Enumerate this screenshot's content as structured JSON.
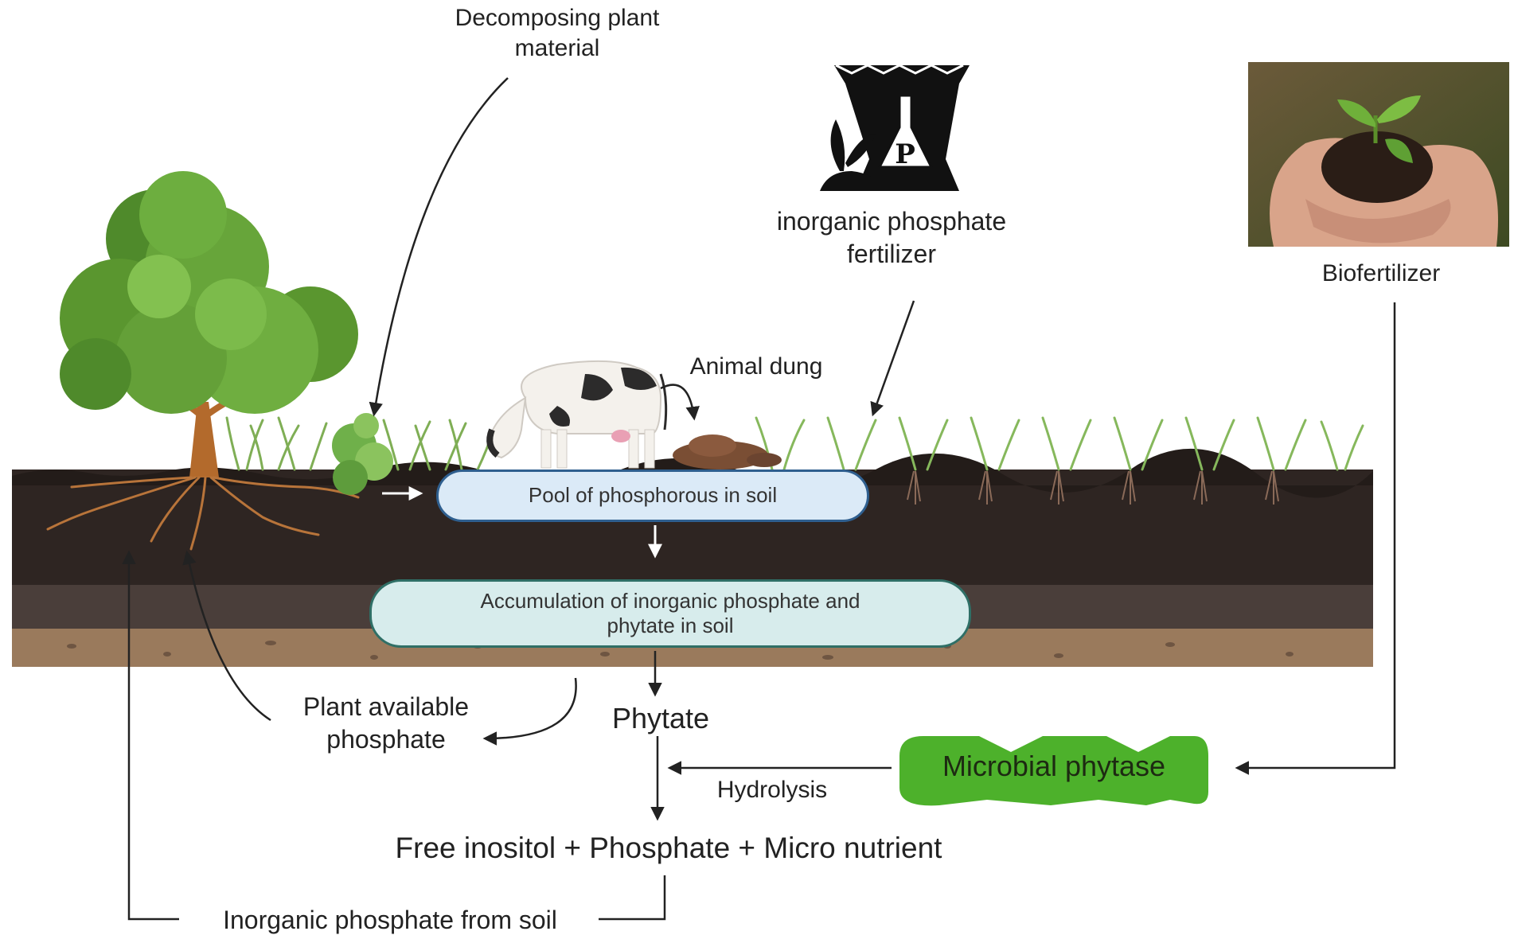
{
  "labels": {
    "decomposing": [
      "Decomposing plant",
      "material"
    ],
    "fertilizer": [
      "inorganic phosphate",
      "fertilizer"
    ],
    "biofertilizer": "Biofertilizer",
    "animal_dung": "Animal dung",
    "pool": "Pool of phosphorous in soil",
    "accumulation": [
      "Accumulation of inorganic phosphate and",
      "phytate in soil"
    ],
    "plant_available": [
      "Plant available",
      "phosphate"
    ],
    "phytate": "Phytate",
    "microbial_phytase": "Microbial phytase",
    "hydrolysis": "Hydrolysis",
    "products": "Free inositol + Phosphate + Micro nutrient",
    "inorganic_from_soil": "Inorganic phosphate from soil",
    "fertilizer_bag_letter": "P"
  },
  "colors": {
    "soil_top": "#2e2522",
    "soil_mid": "#4a3e3a",
    "soil_sand": "#9a7a5c",
    "pool_fill": "#dbeaf7",
    "pool_border": "#2f5f8f",
    "accum_fill": "#d7ecec",
    "accum_border": "#2f6f66",
    "phytase_green": "#4db12b",
    "tree_green": "#5f9a34",
    "arrow": "#222222"
  }
}
